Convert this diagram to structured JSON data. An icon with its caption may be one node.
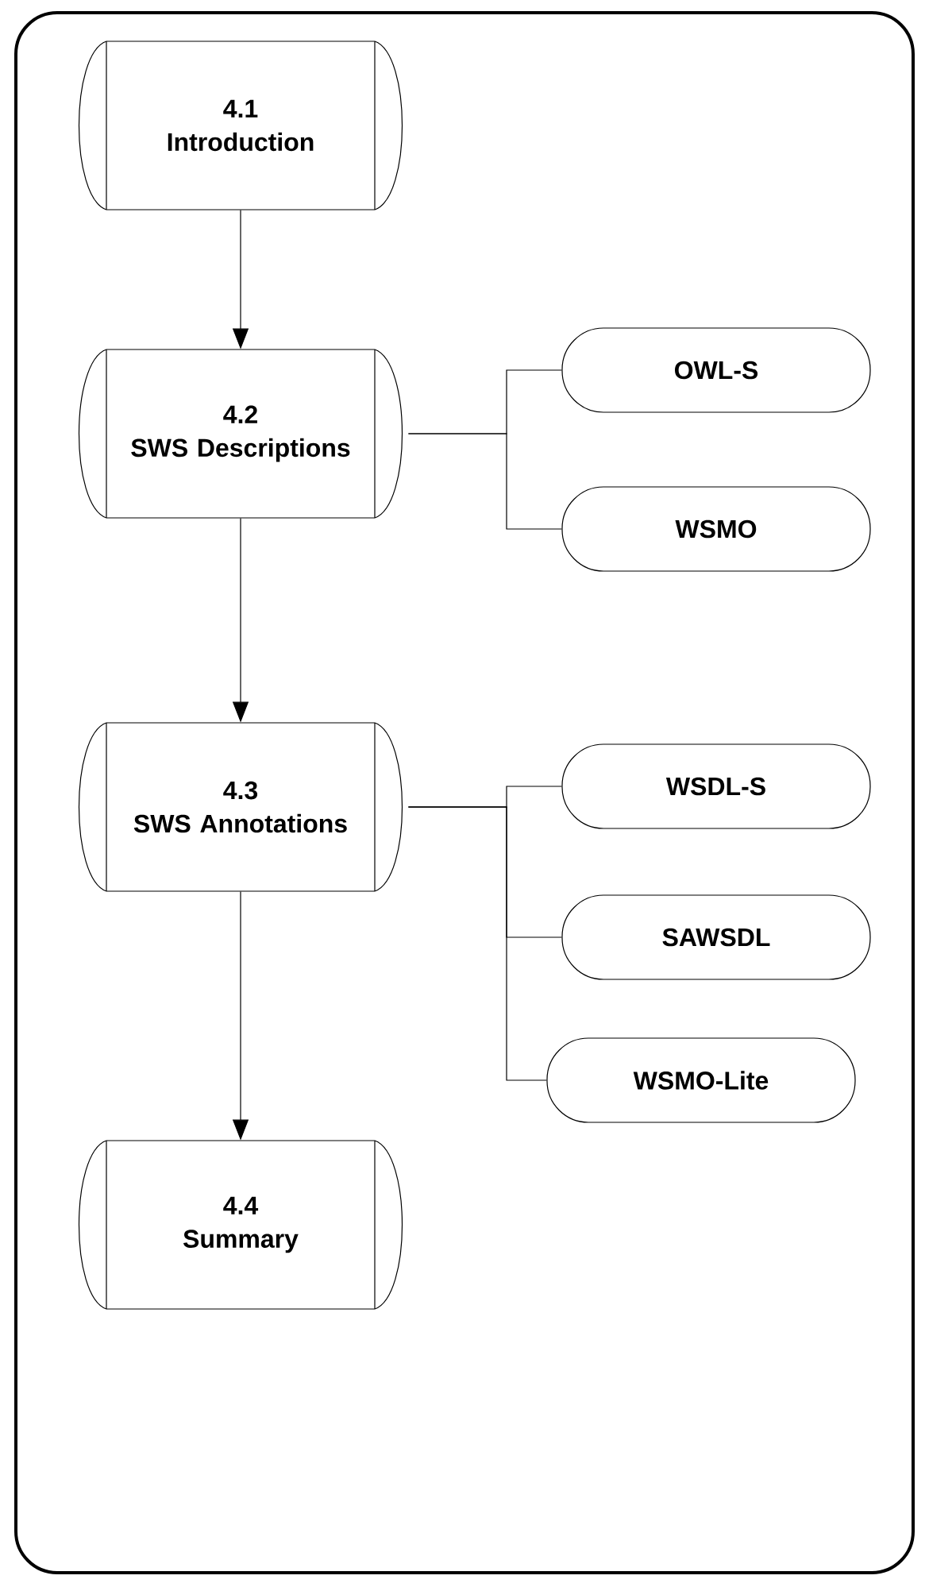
{
  "diagram": {
    "nodes": [
      {
        "text": [
          "4.1",
          "Introduction"
        ]
      },
      {
        "text": [
          "4.2",
          "SWS Descriptions"
        ]
      },
      {
        "text": [
          "4.3",
          "SWS Annotations"
        ]
      },
      {
        "text": [
          "4.4",
          "Summary"
        ]
      },
      {
        "text": [
          "OWL-S"
        ]
      },
      {
        "text": [
          "WSMO"
        ]
      },
      {
        "text": [
          "WSDL-S"
        ]
      },
      {
        "text": [
          "SAWSDL"
        ]
      },
      {
        "text": [
          "WSMO-Lite"
        ]
      }
    ],
    "edges": [
      {
        "from": 0,
        "to": 1,
        "arrow": "to"
      },
      {
        "from": 1,
        "to": 2,
        "arrow": "to"
      },
      {
        "from": 2,
        "to": 3,
        "arrow": "to"
      },
      {
        "from": 1,
        "to": 4,
        "arrow": "none"
      },
      {
        "from": 1,
        "to": 5,
        "arrow": "none"
      },
      {
        "from": 2,
        "to": 6,
        "arrow": "none"
      },
      {
        "from": 2,
        "to": 7,
        "arrow": "none"
      },
      {
        "from": 2,
        "to": 8,
        "arrow": "none"
      }
    ]
  }
}
